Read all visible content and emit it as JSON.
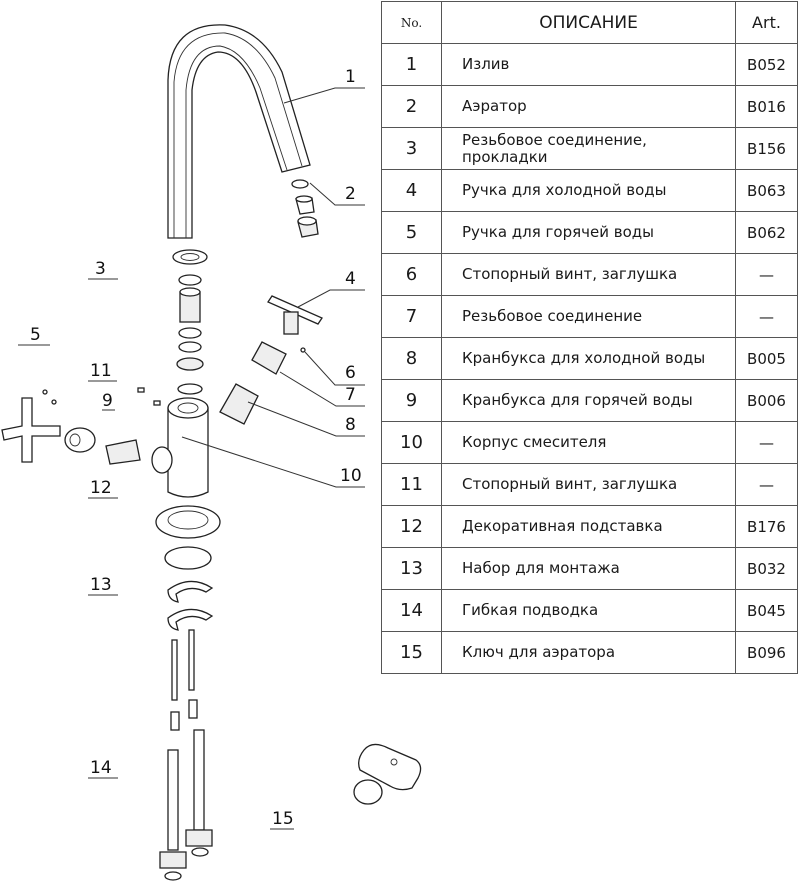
{
  "table": {
    "headers": {
      "no": "No.",
      "description": "ОПИСАНИЕ",
      "art": "Art."
    },
    "rows": [
      {
        "no": "1",
        "description": "Излив",
        "art": "B052"
      },
      {
        "no": "2",
        "description": "Аэратор",
        "art": "B016"
      },
      {
        "no": "3",
        "description": "Резьбовое соединение, прокладки",
        "art": "B156"
      },
      {
        "no": "4",
        "description": "Ручка для холодной воды",
        "art": "B063"
      },
      {
        "no": "5",
        "description": "Ручка для горячей воды",
        "art": "B062"
      },
      {
        "no": "6",
        "description": "Стопорный винт, заглушка",
        "art": "—"
      },
      {
        "no": "7",
        "description": "Резьбовое соединение",
        "art": "—"
      },
      {
        "no": "8",
        "description": "Кранбукса для холодной воды",
        "art": "B005"
      },
      {
        "no": "9",
        "description": "Кранбукса для горячей воды",
        "art": "B006"
      },
      {
        "no": "10",
        "description": "Корпус смесителя",
        "art": "—"
      },
      {
        "no": "11",
        "description": "Стопорный винт, заглушка",
        "art": "—"
      },
      {
        "no": "12",
        "description": "Декоративная подставка",
        "art": "B176"
      },
      {
        "no": "13",
        "description": "Набор для монтажа",
        "art": "B032"
      },
      {
        "no": "14",
        "description": "Гибкая подводка",
        "art": "B045"
      },
      {
        "no": "15",
        "description": "Ключ для аэратора",
        "art": "B096"
      }
    ]
  },
  "diagram": {
    "callouts": [
      "1",
      "2",
      "3",
      "4",
      "5",
      "6",
      "7",
      "8",
      "9",
      "10",
      "11",
      "12",
      "13",
      "14",
      "15"
    ]
  }
}
